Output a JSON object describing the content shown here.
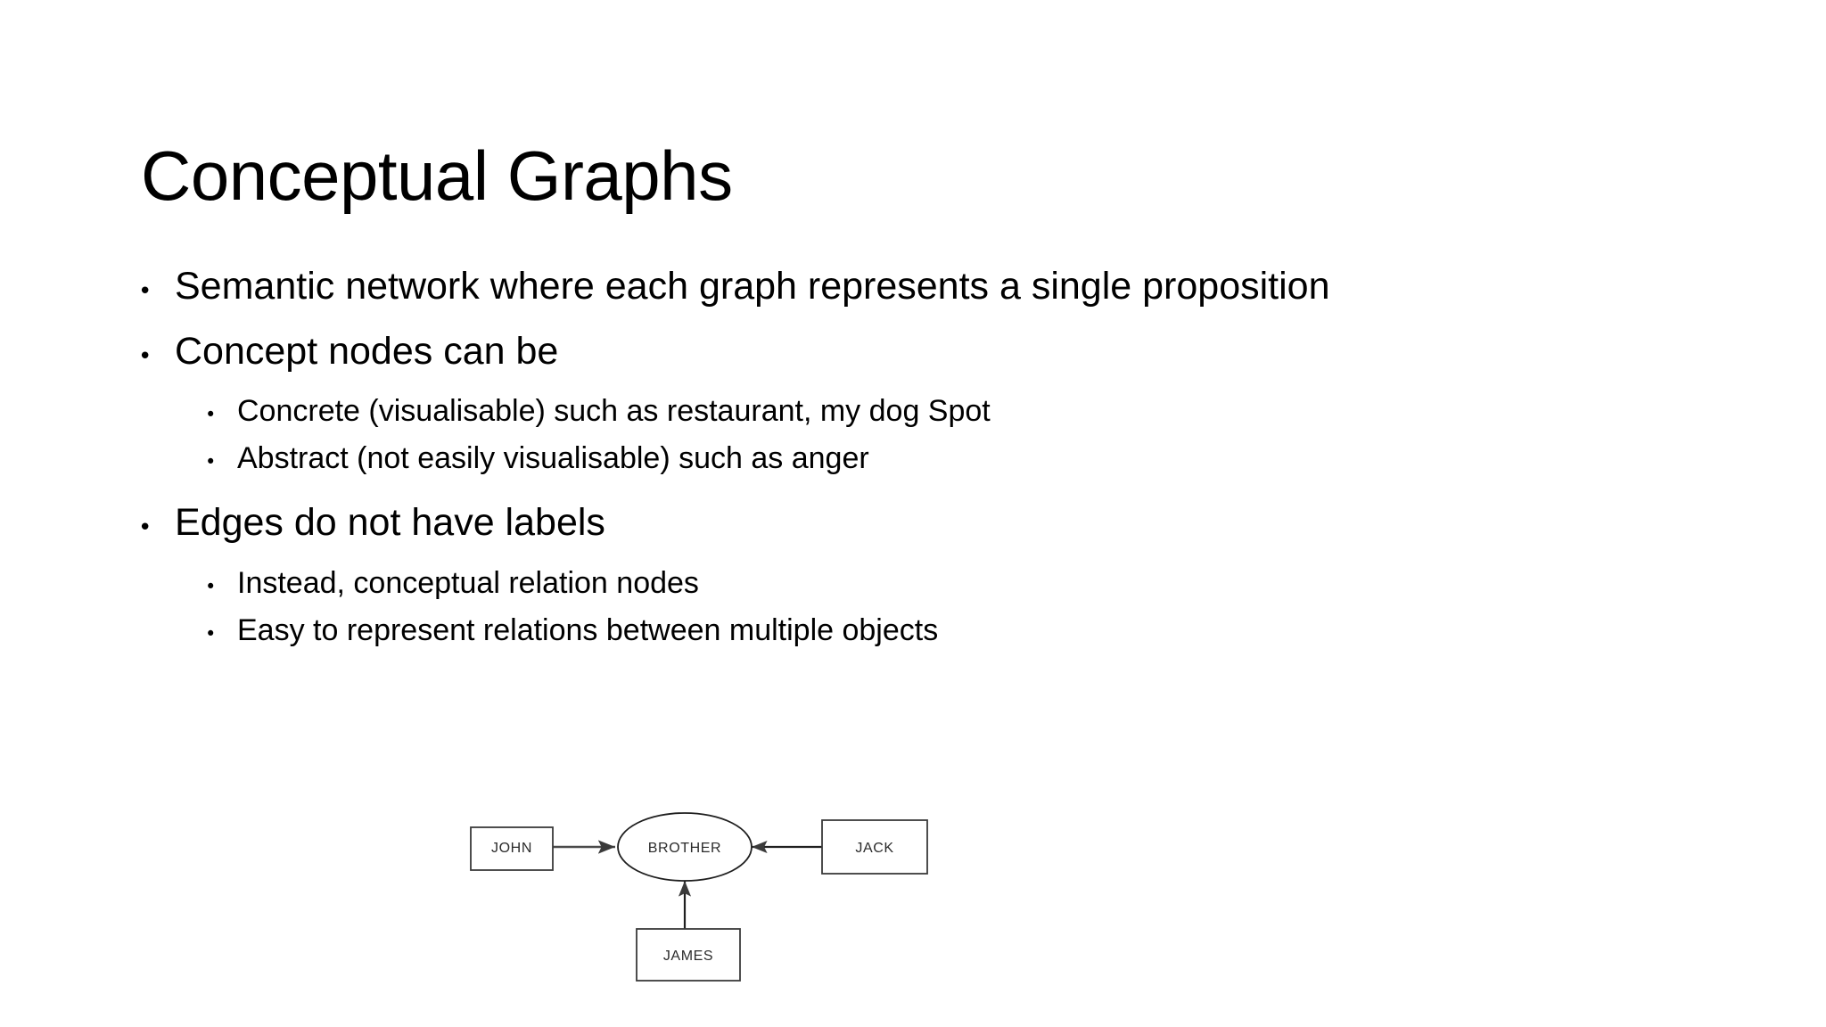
{
  "slide": {
    "title": "Conceptual Graphs",
    "background_color": "#ffffff",
    "text_color": "#000000"
  },
  "body": {
    "bullets": [
      {
        "level": 1,
        "marker": "•",
        "text": "Semantic network where each graph represents a single proposition"
      },
      {
        "level": 1,
        "marker": "•",
        "text": "Concept nodes can be"
      },
      {
        "level": 2,
        "marker": "•",
        "text": "Concrete (visualisable) such as restaurant, my dog Spot"
      },
      {
        "level": 2,
        "marker": "•",
        "text": "Abstract (not easily visualisable) such as anger"
      },
      {
        "level": 1,
        "marker": "•",
        "text": "Edges do not have labels"
      },
      {
        "level": 2,
        "marker": "•",
        "text": "Instead, conceptual relation nodes"
      },
      {
        "level": 2,
        "marker": "•",
        "text": "Easy to represent relations between multiple objects"
      }
    ]
  },
  "figure": {
    "caption": "",
    "stroke_color": "#3a3a3a",
    "fill_color": "#ffffff",
    "label_color": "#2b2b2b",
    "concept_nodes": [
      {
        "id": "john",
        "label": "JOHN",
        "shape": "rectangle"
      },
      {
        "id": "jack",
        "label": "JACK",
        "shape": "rectangle"
      },
      {
        "id": "james",
        "label": "JAMES",
        "shape": "rectangle"
      }
    ],
    "relation_nodes": [
      {
        "id": "brother",
        "label": "BROTHER",
        "shape": "ellipse"
      }
    ],
    "edges": [
      {
        "from": "john",
        "to": "brother",
        "direction": "right"
      },
      {
        "from": "jack",
        "to": "brother",
        "direction": "left"
      },
      {
        "from": "james",
        "to": "brother",
        "direction": "up"
      }
    ]
  }
}
